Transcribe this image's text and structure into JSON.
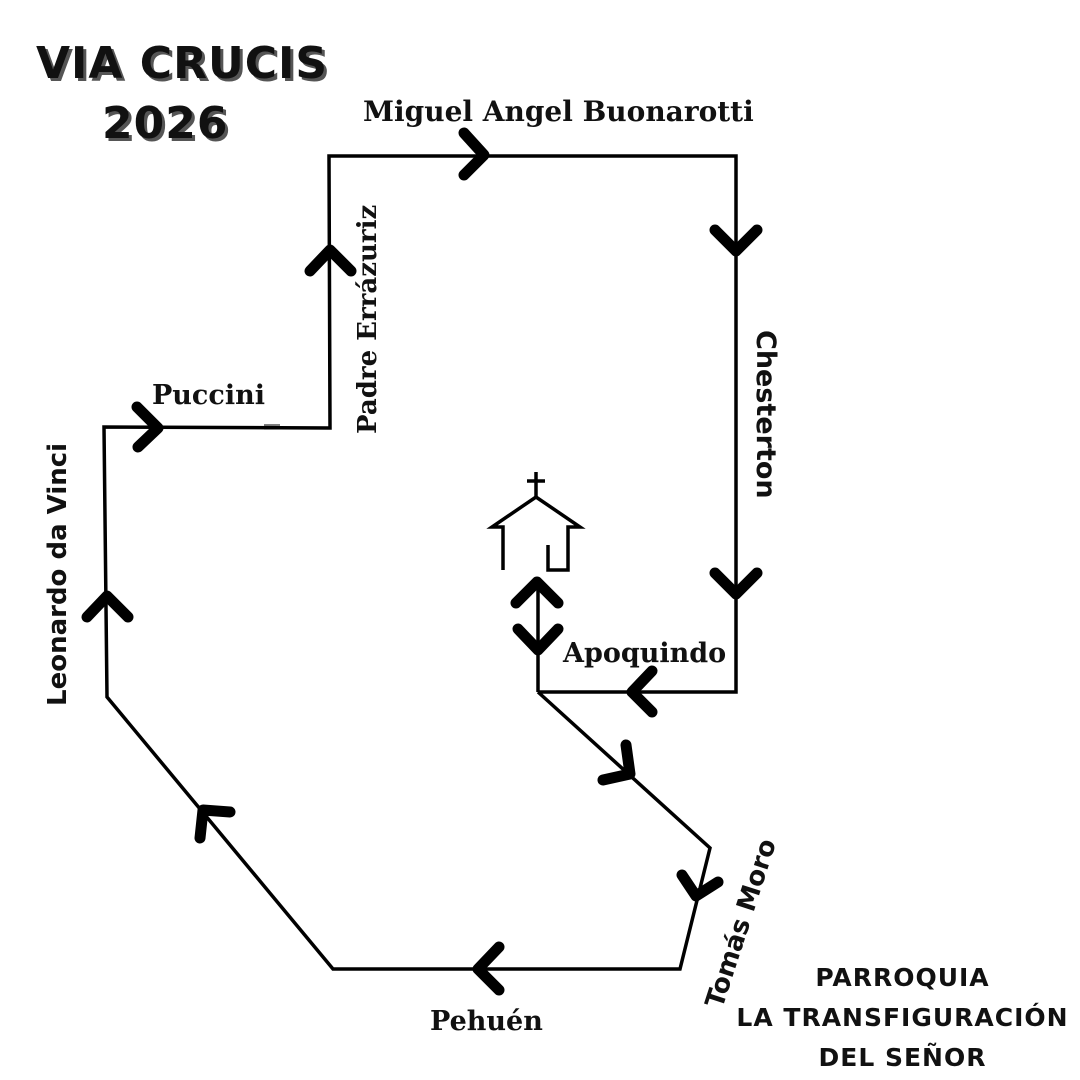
{
  "title": {
    "line1": "VIA CRUCIS",
    "line2": "2026"
  },
  "streets": {
    "miguel_angel": "Miguel Angel Buonarotti",
    "padre_errazuriz": "Padre Errázuriz",
    "chesterton": "Chesterton",
    "puccini": "Puccini",
    "leonardo": "Leonardo da Vinci",
    "apoquindo": "Apoquindo",
    "tomas_moro": "Tomás Moro",
    "pehuen": "Pehuén"
  },
  "parish": {
    "line1": "PARROQUIA",
    "line2": "LA TRANSFIGURACIÓN",
    "line3": "DEL SEÑOR"
  },
  "icons": {
    "church": "church-icon",
    "arrow": "route-direction-arrow"
  },
  "colors": {
    "route": "#000000",
    "background": "#ffffff",
    "text": "#111111"
  }
}
